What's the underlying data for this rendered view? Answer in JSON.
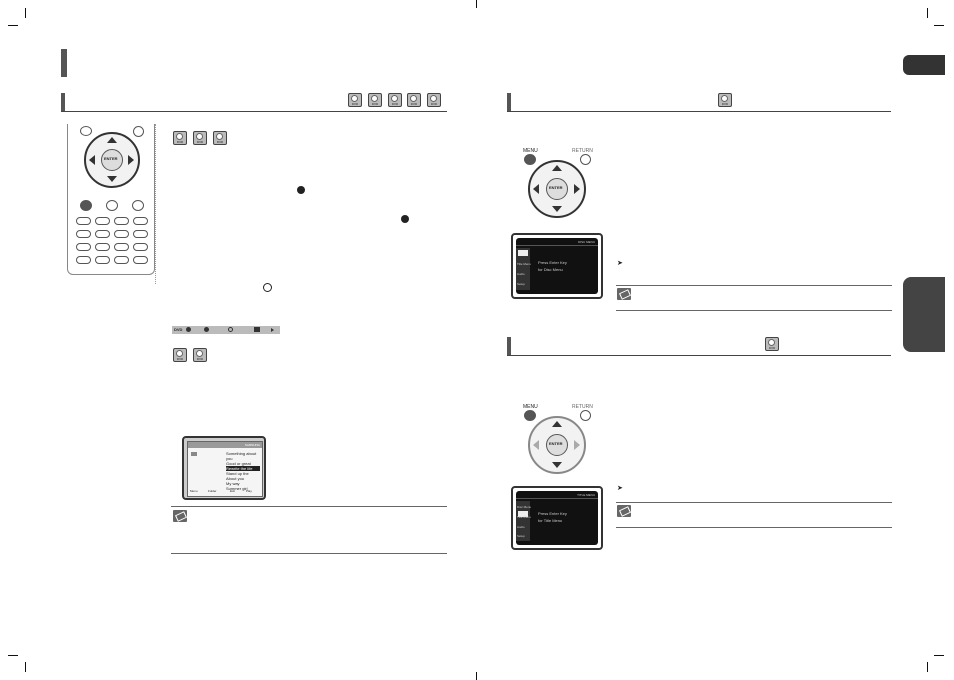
{
  "left_page": {
    "section_header": {
      "discs": [
        "DVD",
        "DVD",
        "DVD",
        "DVD",
        "DVD"
      ]
    },
    "disc_group_1": [
      "DVD",
      "DVD",
      "DVD"
    ],
    "disc_group_2": [
      "DVD",
      "DVD"
    ],
    "remote": {
      "enter_label": "ENTER",
      "buttons": [
        "",
        "",
        "",
        "",
        "",
        "",
        "",
        "",
        "",
        "",
        "",
        "",
        "",
        "",
        "",
        "",
        "",
        ""
      ]
    },
    "status_bar": {
      "label": "DVD"
    },
    "menu_screen": {
      "header": "SAMSUNG",
      "items": [
        "Something about you",
        "Good or great",
        "Rewrite the life",
        "Stand up the",
        "About you",
        "My way",
        "Summer girl"
      ],
      "footer": [
        "Menu",
        "Folder",
        "Exit",
        "Play"
      ]
    }
  },
  "right_page": {
    "section1": {
      "disc": "DVD",
      "menu_label": "MENU",
      "return_label": "RETURN",
      "enter_label": "ENTER",
      "screen": {
        "top_label": "DISC MENU",
        "side_items": [
          "",
          "",
          "",
          "Title Menu",
          "",
          "Audio",
          "",
          "Setup"
        ],
        "line1": "Press Enter Key",
        "line2": "for Disc Menu"
      }
    },
    "section2": {
      "disc": "DVD",
      "menu_label": "MENU",
      "return_label": "RETURN",
      "enter_label": "ENTER",
      "screen": {
        "top_label": "TITLE MENU",
        "side_items": [
          "",
          "Disc Menu",
          "",
          "Title Menu",
          "",
          "Audio",
          "",
          "Setup"
        ],
        "line1": "Press Enter Key",
        "line2": "for Title Menu"
      }
    }
  }
}
